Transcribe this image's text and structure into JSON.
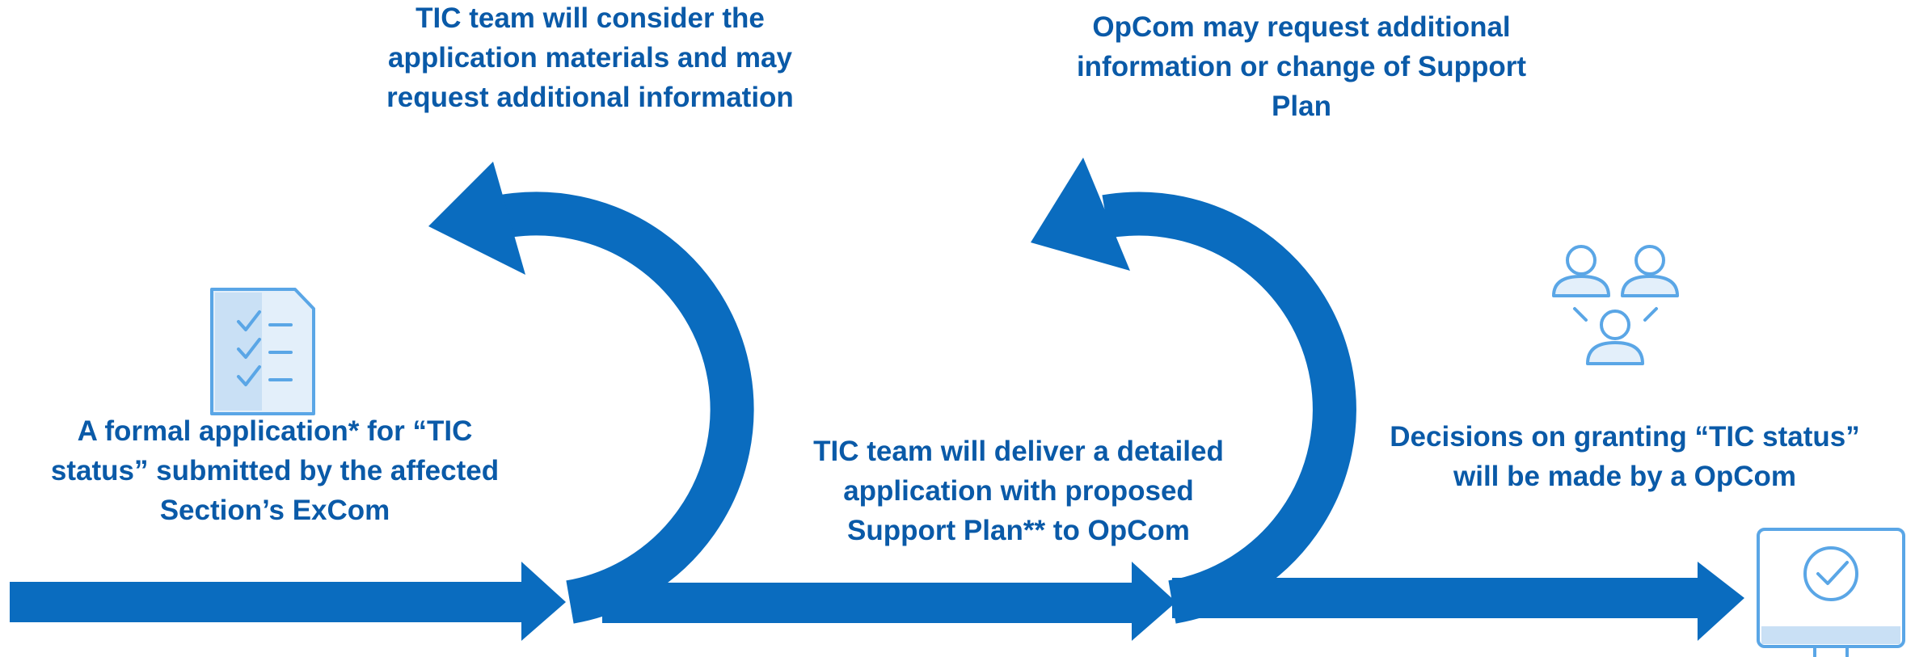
{
  "colors": {
    "arrow": "#0a6cbf",
    "text": "#0a5aa8",
    "icon": "#5aa6e6",
    "icon_fill": "#c9e0f5"
  },
  "icons": {
    "checklist": "checklist-document-icon",
    "people": "people-group-icon",
    "monitor": "monitor-check-icon"
  },
  "steps": {
    "tic_review": "TIC team will consider the\napplication materials and may\nrequest additional information",
    "opcom_request": "OpCom may request additional\ninformation or change of Support\nPlan",
    "application": "A formal application* for “TIC\nstatus” submitted by the affected\nSection’s ExCom",
    "detailed_application": "TIC team will deliver a detailed\napplication with proposed\nSupport Plan** to OpCom",
    "decision": "Decisions on granting “TIC status”\nwill be made by a OpCom"
  }
}
